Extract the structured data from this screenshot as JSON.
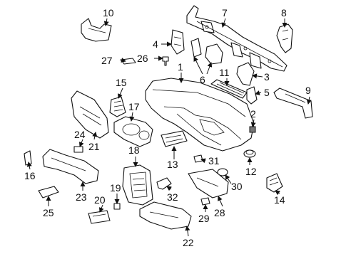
{
  "diagram": {
    "callouts": [
      {
        "id": "1",
        "label": "1"
      },
      {
        "id": "2",
        "label": "2"
      },
      {
        "id": "3",
        "label": "3"
      },
      {
        "id": "4",
        "label": "4"
      },
      {
        "id": "5",
        "label": "5"
      },
      {
        "id": "6",
        "label": "6"
      },
      {
        "id": "7",
        "label": "7"
      },
      {
        "id": "8",
        "label": "8"
      },
      {
        "id": "9",
        "label": "9"
      },
      {
        "id": "10",
        "label": "10"
      },
      {
        "id": "11",
        "label": "11"
      },
      {
        "id": "12",
        "label": "12"
      },
      {
        "id": "13",
        "label": "13"
      },
      {
        "id": "14",
        "label": "14"
      },
      {
        "id": "15",
        "label": "15"
      },
      {
        "id": "16",
        "label": "16"
      },
      {
        "id": "17",
        "label": "17"
      },
      {
        "id": "18",
        "label": "18"
      },
      {
        "id": "19",
        "label": "19"
      },
      {
        "id": "20",
        "label": "20"
      },
      {
        "id": "21",
        "label": "21"
      },
      {
        "id": "22",
        "label": "22"
      },
      {
        "id": "23",
        "label": "23"
      },
      {
        "id": "24",
        "label": "24"
      },
      {
        "id": "25",
        "label": "25"
      },
      {
        "id": "26",
        "label": "26"
      },
      {
        "id": "27",
        "label": "27"
      },
      {
        "id": "28",
        "label": "28"
      },
      {
        "id": "29",
        "label": "29"
      },
      {
        "id": "30",
        "label": "30"
      },
      {
        "id": "31",
        "label": "31"
      },
      {
        "id": "32",
        "label": "32"
      }
    ]
  }
}
